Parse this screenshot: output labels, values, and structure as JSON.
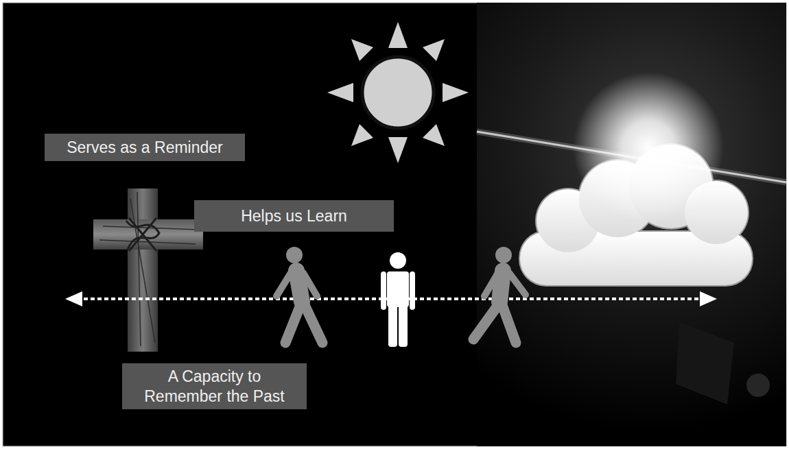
{
  "diagram": {
    "nodes": [
      {
        "text": [
          "Serves as a Reminder"
        ]
      },
      {
        "text": [
          "Helps us Learn"
        ]
      },
      {
        "text": [
          "A Capacity to Remember the Past"
        ]
      }
    ]
  }
}
